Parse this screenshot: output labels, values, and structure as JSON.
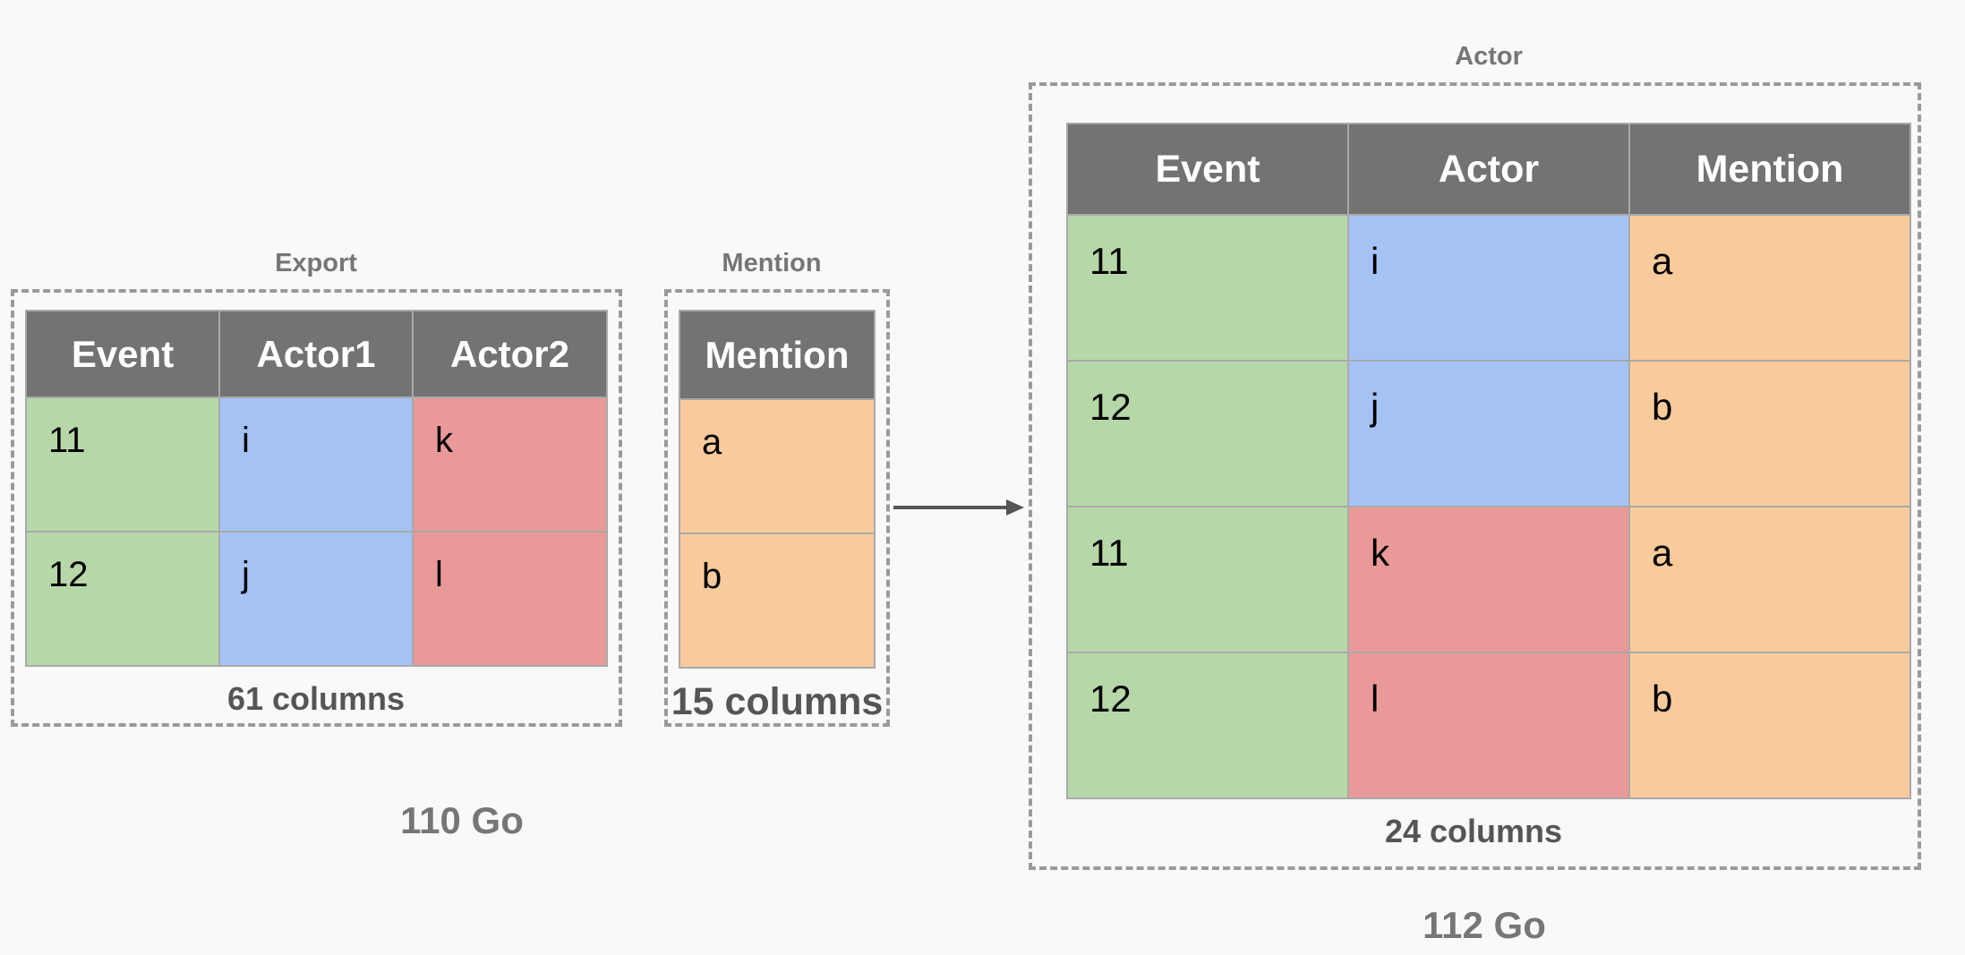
{
  "colors": {
    "header": "#737373",
    "event": "#b6d7a8",
    "actor_a": "#a4c2f4",
    "actor_b": "#ea9999",
    "mention": "#f9cb9c",
    "caption": "#767676"
  },
  "export": {
    "title": "Export",
    "headers": [
      "Event",
      "Actor1",
      "Actor2"
    ],
    "rows": [
      [
        "11",
        "i",
        "k"
      ],
      [
        "12",
        "j",
        "l"
      ]
    ],
    "columns_label": "61 columns"
  },
  "mention": {
    "title": "Mention",
    "headers": [
      "Mention"
    ],
    "rows": [
      [
        "a"
      ],
      [
        "b"
      ]
    ],
    "columns_label": "15 columns"
  },
  "source_size": "110 Go",
  "actor": {
    "title": "Actor",
    "headers": [
      "Event",
      "Actor",
      "Mention"
    ],
    "rows": [
      [
        "11",
        "i",
        "a"
      ],
      [
        "12",
        "j",
        "b"
      ],
      [
        "11",
        "k",
        "a"
      ],
      [
        "12",
        "l",
        "b"
      ]
    ],
    "columns_label": "24 columns"
  },
  "result_size": "112 Go"
}
